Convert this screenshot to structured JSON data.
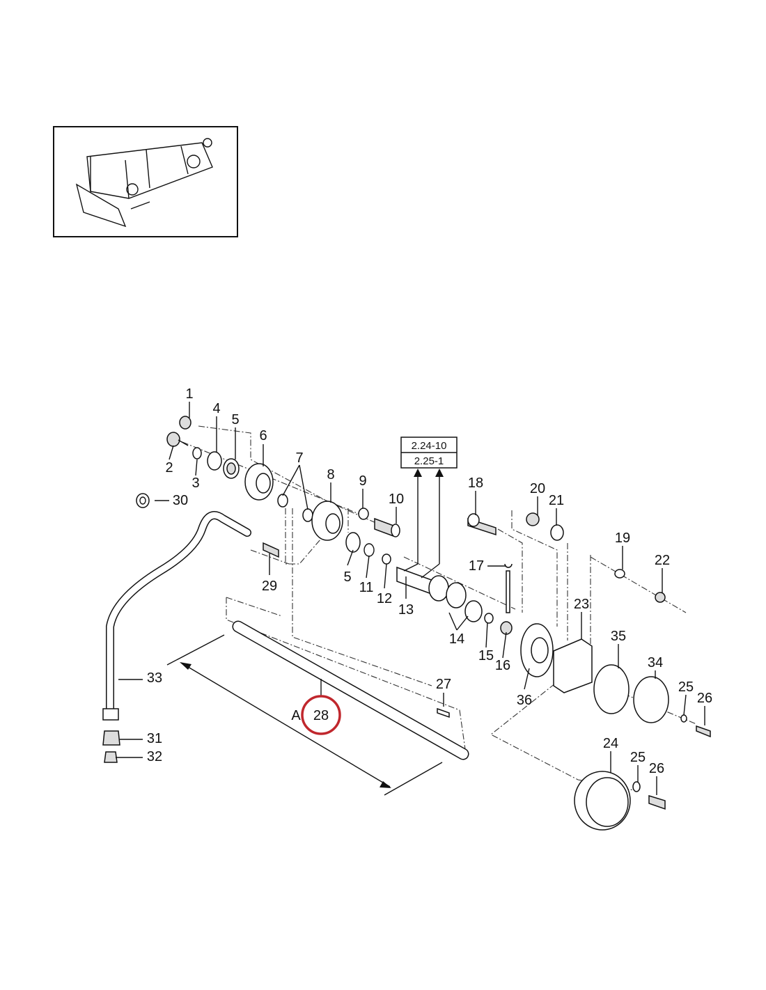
{
  "diagram": {
    "reference_boxes": [
      "2.24-10",
      "2.25-1"
    ],
    "callouts": {
      "c1": "1",
      "c2": "2",
      "c3": "3",
      "c4": "4",
      "c5a": "5",
      "c5b": "5",
      "c6": "6",
      "c7": "7",
      "c8": "8",
      "c9": "9",
      "c10": "10",
      "c11": "11",
      "c12": "12",
      "c13": "13",
      "c14": "14",
      "c15": "15",
      "c16": "16",
      "c17": "17",
      "c18": "18",
      "c19": "19",
      "c20": "20",
      "c21": "21",
      "c22": "22",
      "c23": "23",
      "c24": "24",
      "c25a": "25",
      "c25b": "25",
      "c26a": "26",
      "c26b": "26",
      "c27": "27",
      "c28": "28",
      "c29": "29",
      "c30": "30",
      "c31": "31",
      "c32": "32",
      "c33": "33",
      "c34": "34",
      "c35": "35",
      "c36": "36"
    },
    "dimension_label": "A",
    "highlighted_part": "28",
    "highlight_color": "#c0272d"
  }
}
